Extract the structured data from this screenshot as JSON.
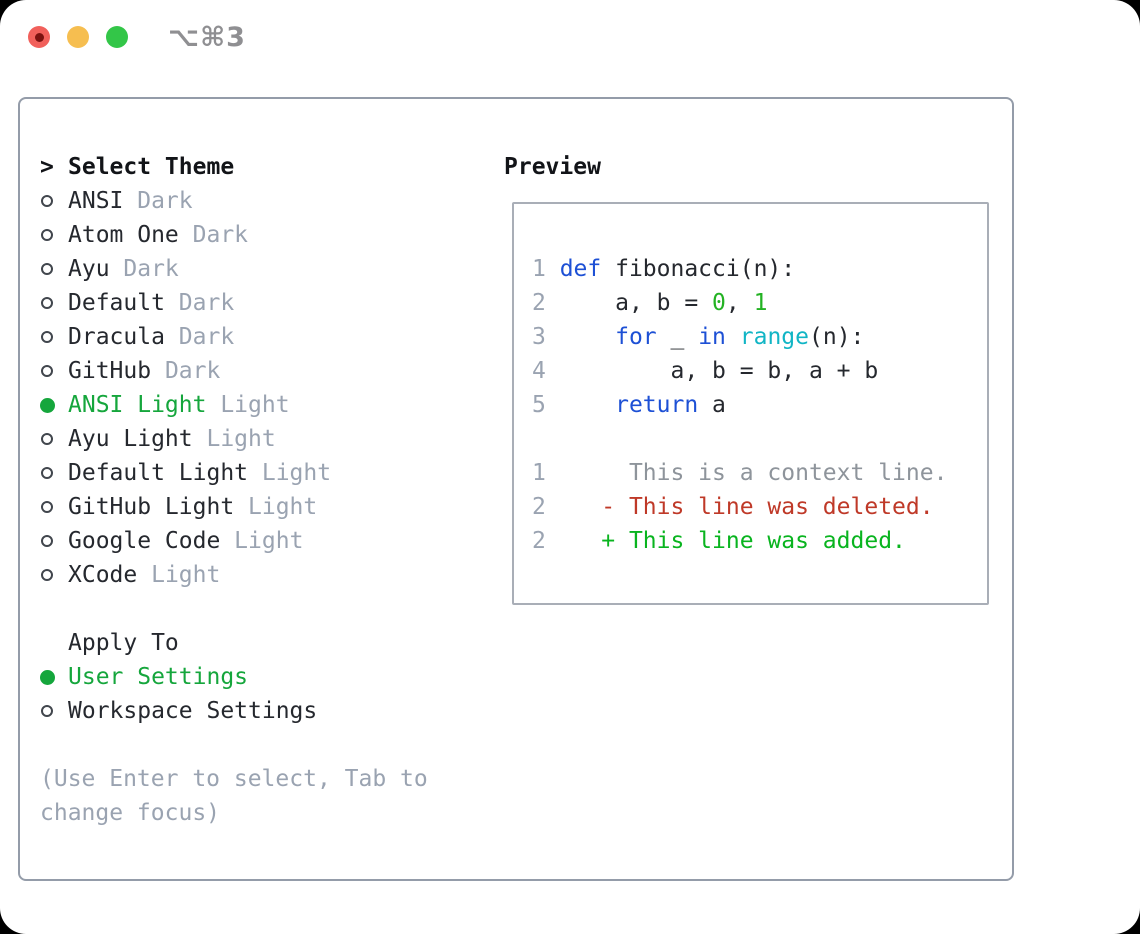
{
  "window": {
    "title": "⌥⌘3"
  },
  "theme_list": {
    "caret": ">",
    "header": "Select Theme",
    "items": [
      {
        "name": "ANSI",
        "variant": "Dark",
        "selected": false
      },
      {
        "name": "Atom One",
        "variant": "Dark",
        "selected": false
      },
      {
        "name": "Ayu",
        "variant": "Dark",
        "selected": false
      },
      {
        "name": "Default",
        "variant": "Dark",
        "selected": false
      },
      {
        "name": "Dracula",
        "variant": "Dark",
        "selected": false
      },
      {
        "name": "GitHub",
        "variant": "Dark",
        "selected": false
      },
      {
        "name": "ANSI Light",
        "variant": "Light",
        "selected": true
      },
      {
        "name": "Ayu Light",
        "variant": "Light",
        "selected": false
      },
      {
        "name": "Default Light",
        "variant": "Light",
        "selected": false
      },
      {
        "name": "GitHub Light",
        "variant": "Light",
        "selected": false
      },
      {
        "name": "Google Code",
        "variant": "Light",
        "selected": false
      },
      {
        "name": "XCode",
        "variant": "Light",
        "selected": false
      }
    ]
  },
  "apply_to": {
    "header": "Apply To",
    "options": [
      {
        "label": "User Settings",
        "selected": true
      },
      {
        "label": "Workspace Settings",
        "selected": false
      }
    ]
  },
  "help_lines": [
    "(Use Enter to select, Tab to",
    "change focus)"
  ],
  "preview": {
    "header": "Preview",
    "lines": [
      [
        {
          "t": "1 ",
          "c": "num"
        },
        {
          "t": "def",
          "c": "kw"
        },
        {
          "t": " fibonacci(n):",
          "c": "fg"
        }
      ],
      [
        {
          "t": "2 ",
          "c": "num"
        },
        {
          "t": "    a, b = ",
          "c": "fg"
        },
        {
          "t": "0",
          "c": "lit"
        },
        {
          "t": ", ",
          "c": "fg"
        },
        {
          "t": "1",
          "c": "lit"
        }
      ],
      [
        {
          "t": "3 ",
          "c": "num"
        },
        {
          "t": "    ",
          "c": "fg"
        },
        {
          "t": "for",
          "c": "kw"
        },
        {
          "t": " _ ",
          "c": "fg"
        },
        {
          "t": "in",
          "c": "kw"
        },
        {
          "t": " ",
          "c": "fg"
        },
        {
          "t": "range",
          "c": "fn"
        },
        {
          "t": "(n):",
          "c": "fg"
        }
      ],
      [
        {
          "t": "4 ",
          "c": "num"
        },
        {
          "t": "        a, b = b, a + b",
          "c": "fg"
        }
      ],
      [
        {
          "t": "5 ",
          "c": "num"
        },
        {
          "t": "    ",
          "c": "fg"
        },
        {
          "t": "return",
          "c": "kw"
        },
        {
          "t": " a",
          "c": "fg"
        }
      ],
      [],
      [
        {
          "t": "1 ",
          "c": "num"
        },
        {
          "t": "     This is a context line.",
          "c": "ctx"
        }
      ],
      [
        {
          "t": "2 ",
          "c": "num"
        },
        {
          "t": "   - This line was deleted.",
          "c": "del"
        }
      ],
      [
        {
          "t": "2 ",
          "c": "num"
        },
        {
          "t": "   + This line was added.",
          "c": "add"
        }
      ]
    ]
  },
  "colors": {
    "fg": "#25282e",
    "hdr": "#121418",
    "muted": "#9aa3b1",
    "ctx": "#8e949b",
    "kw": "#1d50d5",
    "fn": "#11b5c5",
    "lit": "#23b223",
    "add": "#09b41f",
    "del": "#bf3928",
    "sel": "#15a63c",
    "ring": "#41464d",
    "panel-border": "#949ca9",
    "box-border": "#a9aeb7",
    "title-gray": "#8f8f92",
    "tl-red": "#f1605b",
    "tl-red-dot": "#7b1210",
    "tl-yellow": "#f6be50",
    "tl-green": "#33c648"
  }
}
